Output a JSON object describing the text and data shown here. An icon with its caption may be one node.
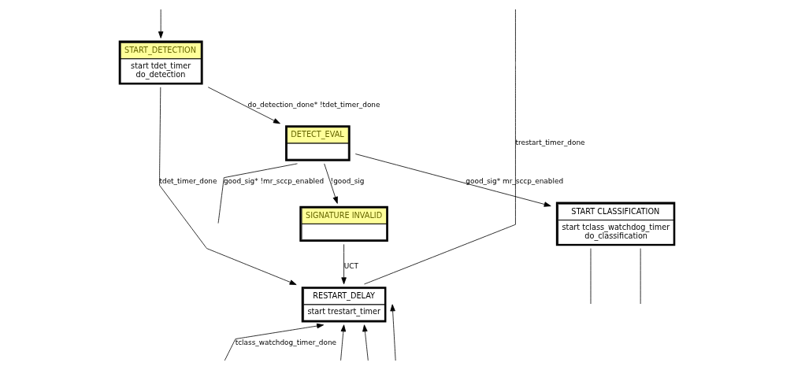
{
  "diagram": {
    "nodes": [
      {
        "text": [
          "START_DETECTION",
          "start tdet_timer",
          "do_detection"
        ]
      },
      {
        "text": [
          "RESTART_DELAY",
          "start trestart_timer"
        ]
      },
      {
        "text": [
          "DETECT_EVAL"
        ]
      },
      {
        "text": [
          "SIGNATURE INVALID"
        ]
      },
      {
        "text": [
          "START CLASSIFICATION",
          "start tclass_watchdog_timer",
          "do_classification"
        ]
      }
    ],
    "edges": [
      {
        "from": null,
        "to": 0,
        "arrow": "to"
      },
      {
        "from": 1,
        "to": null,
        "label": "trestart_timer_done",
        "arrow": "none"
      },
      {
        "from": 0,
        "to": 1,
        "label": "tdet_timer_done",
        "arrow": "to"
      },
      {
        "from": 0,
        "to": 2,
        "label": "do_detection_done* !tdet_timer_done",
        "arrow": "to"
      },
      {
        "from": 2,
        "to": 3,
        "label": "!good_sig",
        "arrow": "to"
      },
      {
        "from": 2,
        "to": null,
        "label": "good_sig* !mr_sccp_enabled",
        "arrow": "none"
      },
      {
        "from": 2,
        "to": 4,
        "label": "good_sig* mr_sccp_enabled",
        "arrow": "to"
      },
      {
        "from": 3,
        "to": 1,
        "label": "UCT",
        "arrow": "to"
      },
      {
        "from": 4,
        "to": null,
        "arrow": "none"
      },
      {
        "from": 4,
        "to": null,
        "arrow": "none"
      },
      {
        "from": null,
        "to": 1,
        "label": "tclass_watchdog_timer_done",
        "arrow": "to"
      },
      {
        "from": null,
        "to": 1,
        "arrow": "to"
      },
      {
        "from": null,
        "to": 1,
        "arrow": "to"
      },
      {
        "from": null,
        "to": 1,
        "arrow": "to"
      }
    ]
  }
}
